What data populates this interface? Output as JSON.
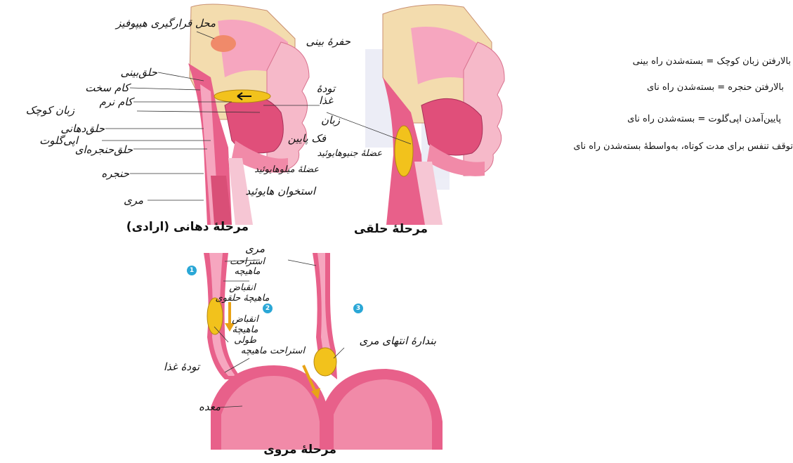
{
  "diagrams": {
    "oral": {
      "caption": "مرحلهٔ دهانی (ارادی)",
      "labels": {
        "hypophysis": "محل قرارگیری هیپوفیز",
        "nasal_cavity": "حفرهٔ بینی",
        "nasopharynx": "حلق‌بینی",
        "hard_palate": "کام سخت",
        "soft_palate": "کام نرم",
        "uvula": "زبان کوچک",
        "oropharynx": "حلق‌دهانی",
        "epiglottis": "اپی‌گلوت",
        "laryngopharynx": "حلق‌حنجره‌ای",
        "larynx": "حنجره",
        "esophagus": "مری",
        "bolus": "تودهٔ غذا",
        "tongue": "زبان",
        "mandible": "فک پایین",
        "geniohyoid": "عضلهٔ جنیوهایوئید",
        "mylohyoid": "عضلهٔ میلوهایوئید",
        "hyoid": "استخوان هایوئید"
      }
    },
    "pharyngeal": {
      "caption": "مرحلهٔ حلقی"
    },
    "esophageal": {
      "caption": "مرحلهٔ مروی",
      "steps": [
        "1",
        "2",
        "3"
      ],
      "labels": {
        "esophagus": "مری",
        "relaxed_muscle": "استراحت ماهیچه",
        "contracted_circular": "انقباض ماهیچهٔ حلقوی",
        "contracted_longitudinal": "انقباض ماهیچهٔ طولی",
        "relaxed_muscle_2": "استراحت ماهیچه",
        "bolus": "تودهٔ غذا",
        "stomach": "معده",
        "sphincter": "بندارهٔ انتهای مری"
      }
    }
  },
  "notes": [
    "بالارفتن زبان کوچک = بسته‌شدن راه بینی",
    "بالارفتن حنجره = بسته‌شدن راه نای",
    "پایین‌آمدن اپی‌گلوت = بسته‌شدن راه نای",
    "توقف تنفس برای مدت کوتاه، به‌واسطهٔ بسته‌شدن راه نای"
  ],
  "colors": {
    "tissue_pink": "#e8608a",
    "tissue_light": "#f6a6bf",
    "bone_beige": "#f3dcae",
    "bolus_yellow": "#f2c21c",
    "arrow_orange": "#e8a317",
    "step_blue": "#2aa7d6"
  }
}
